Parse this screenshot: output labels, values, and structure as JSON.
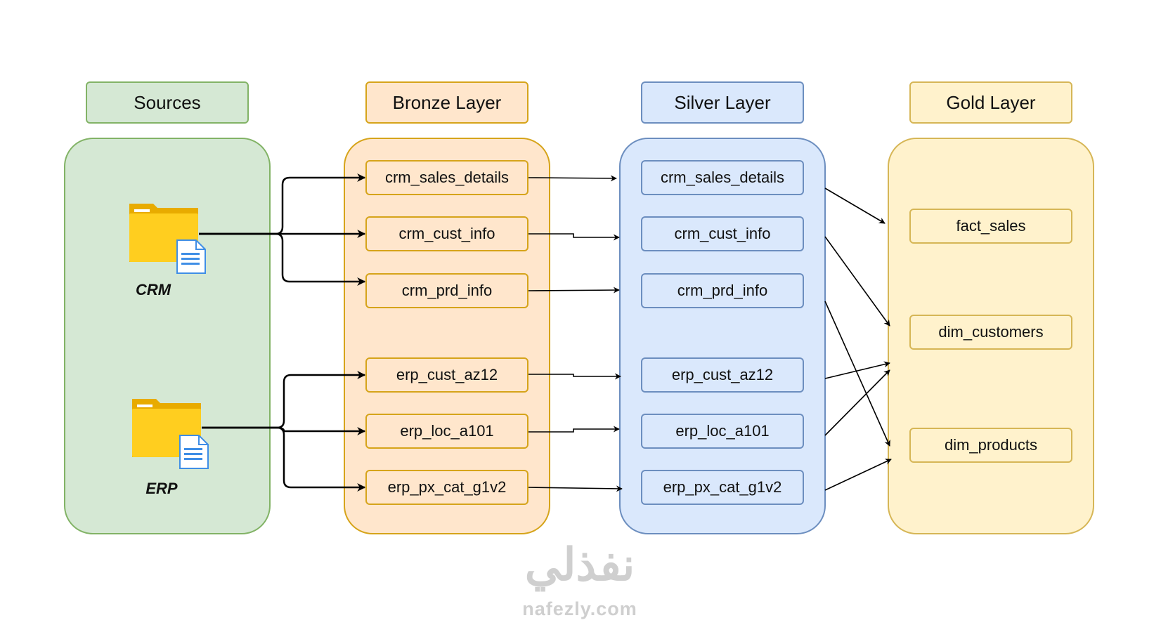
{
  "layers": {
    "sources": {
      "title": "Sources",
      "fill": "#d5e8d4",
      "stroke": "#82b366"
    },
    "bronze": {
      "title": "Bronze Layer",
      "fill": "#ffe6cc",
      "stroke": "#d6a41a"
    },
    "silver": {
      "title": "Silver Layer",
      "fill": "#dae8fc",
      "stroke": "#6c8ebf"
    },
    "gold": {
      "title": "Gold Layer",
      "fill": "#fff2cc",
      "stroke": "#d6b656"
    }
  },
  "sources": [
    {
      "label": "CRM",
      "icon": "folder-document-icon"
    },
    {
      "label": "ERP",
      "icon": "folder-document-icon"
    }
  ],
  "bronze_tables": [
    "crm_sales_details",
    "crm_cust_info",
    "crm_prd_info",
    "erp_cust_az12",
    "erp_loc_a101",
    "erp_px_cat_g1v2"
  ],
  "silver_tables": [
    "crm_sales_details",
    "crm_cust_info",
    "crm_prd_info",
    "erp_cust_az12",
    "erp_loc_a101",
    "erp_px_cat_g1v2"
  ],
  "gold_tables": [
    "fact_sales",
    "dim_customers",
    "dim_products"
  ],
  "links": [
    {
      "from": "source:CRM",
      "to": "bronze:crm_sales_details"
    },
    {
      "from": "source:CRM",
      "to": "bronze:crm_cust_info"
    },
    {
      "from": "source:CRM",
      "to": "bronze:crm_prd_info"
    },
    {
      "from": "source:ERP",
      "to": "bronze:erp_cust_az12"
    },
    {
      "from": "source:ERP",
      "to": "bronze:erp_loc_a101"
    },
    {
      "from": "source:ERP",
      "to": "bronze:erp_px_cat_g1v2"
    },
    {
      "from": "bronze:crm_sales_details",
      "to": "silver:crm_sales_details"
    },
    {
      "from": "bronze:crm_cust_info",
      "to": "silver:crm_cust_info"
    },
    {
      "from": "bronze:crm_prd_info",
      "to": "silver:crm_prd_info"
    },
    {
      "from": "bronze:erp_cust_az12",
      "to": "silver:erp_cust_az12"
    },
    {
      "from": "bronze:erp_loc_a101",
      "to": "silver:erp_loc_a101"
    },
    {
      "from": "bronze:erp_px_cat_g1v2",
      "to": "silver:erp_px_cat_g1v2"
    },
    {
      "from": "silver:crm_sales_details",
      "to": "gold:fact_sales"
    },
    {
      "from": "silver:crm_cust_info",
      "to": "gold:dim_customers"
    },
    {
      "from": "silver:crm_prd_info",
      "to": "gold:dim_products"
    },
    {
      "from": "silver:erp_cust_az12",
      "to": "gold:dim_customers"
    },
    {
      "from": "silver:erp_loc_a101",
      "to": "gold:dim_customers"
    },
    {
      "from": "silver:erp_px_cat_g1v2",
      "to": "gold:dim_products"
    }
  ],
  "colors": {
    "source_link": "#000000",
    "layer_link": "#000000",
    "folder_back": "#e8ab00",
    "folder_front": "#ffce1f",
    "document_blue": "#3f8ee6",
    "watermark": "#cfcfcf"
  },
  "watermark": {
    "arabic": "نفذلي",
    "url": "nafezly.com"
  }
}
